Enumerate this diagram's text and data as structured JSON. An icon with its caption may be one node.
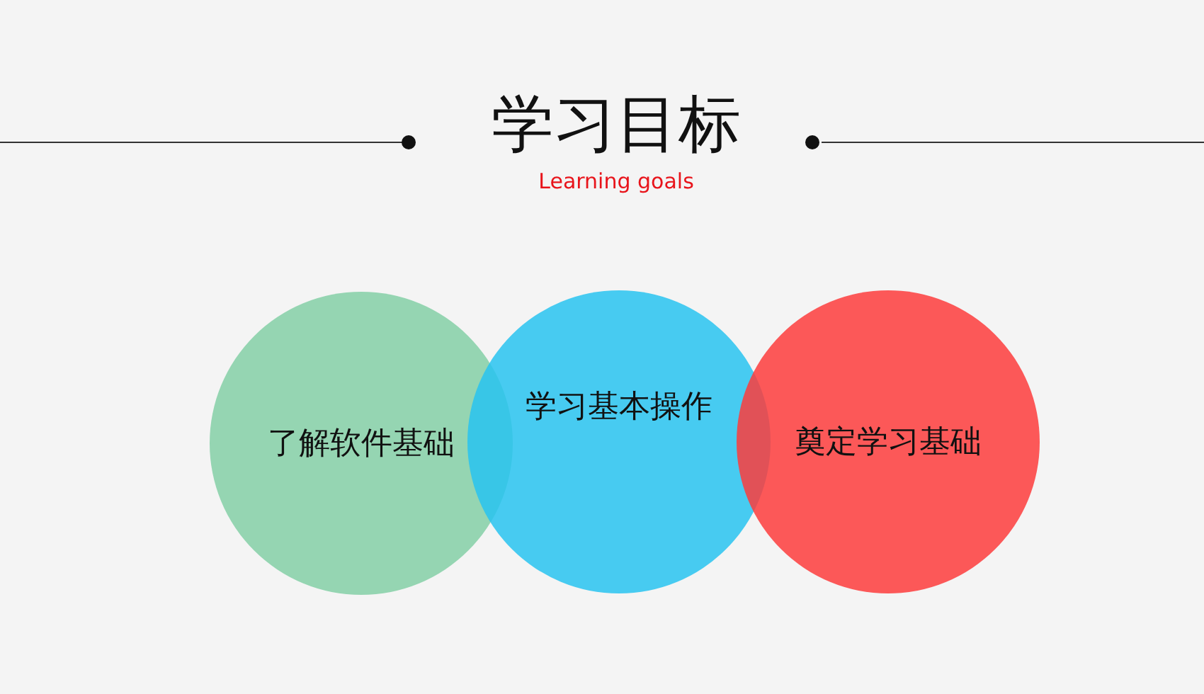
{
  "diagram": {
    "title": "学习目标",
    "nodes": [
      {
        "text": [
          "了解软件基础"
        ]
      },
      {
        "text": [
          "学习基本操作"
        ]
      },
      {
        "text": [
          "奠定学习基础"
        ]
      }
    ],
    "edges": [],
    "labels": [
      "Learning goals"
    ]
  }
}
